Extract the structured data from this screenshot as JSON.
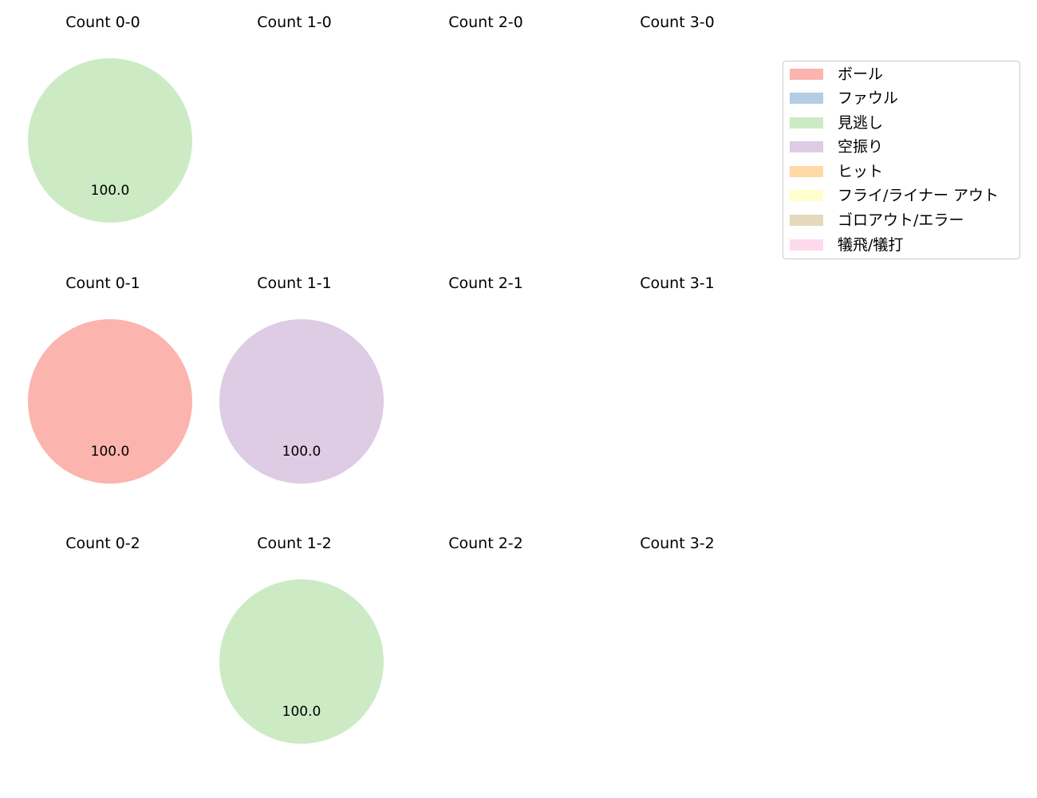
{
  "chart_data": {
    "type": "pie",
    "layout": "grid 3 rows x 4 columns of pie charts, one per ball-strike count",
    "legend_position": "upper right",
    "categories": [
      "ボール",
      "ファウル",
      "見逃し",
      "空振り",
      "ヒット",
      "フライ/ライナー アウト",
      "ゴロアウト/エラー",
      "犠飛/犠打"
    ],
    "colors": [
      "#fbb4ae",
      "#b3cde3",
      "#ccebc5",
      "#decbe4",
      "#fed9a6",
      "#ffffcc",
      "#e5d8bd",
      "#fddaec"
    ],
    "panels": [
      {
        "title": "Count 0-0",
        "row": 0,
        "col": 0,
        "values": [
          0,
          0,
          100,
          0,
          0,
          0,
          0,
          0
        ],
        "labels": [
          "100.0"
        ]
      },
      {
        "title": "Count 1-0",
        "row": 0,
        "col": 1,
        "values": [],
        "labels": []
      },
      {
        "title": "Count 2-0",
        "row": 0,
        "col": 2,
        "values": [],
        "labels": []
      },
      {
        "title": "Count 3-0",
        "row": 0,
        "col": 3,
        "values": [],
        "labels": []
      },
      {
        "title": "Count 0-1",
        "row": 1,
        "col": 0,
        "values": [
          100,
          0,
          0,
          0,
          0,
          0,
          0,
          0
        ],
        "labels": [
          "100.0"
        ]
      },
      {
        "title": "Count 1-1",
        "row": 1,
        "col": 1,
        "values": [
          0,
          0,
          0,
          100,
          0,
          0,
          0,
          0
        ],
        "labels": [
          "100.0"
        ]
      },
      {
        "title": "Count 2-1",
        "row": 1,
        "col": 2,
        "values": [],
        "labels": []
      },
      {
        "title": "Count 3-1",
        "row": 1,
        "col": 3,
        "values": [],
        "labels": []
      },
      {
        "title": "Count 0-2",
        "row": 2,
        "col": 0,
        "values": [],
        "labels": []
      },
      {
        "title": "Count 1-2",
        "row": 2,
        "col": 1,
        "values": [
          0,
          0,
          100,
          0,
          0,
          0,
          0,
          0
        ],
        "labels": [
          "100.0"
        ]
      },
      {
        "title": "Count 2-2",
        "row": 2,
        "col": 2,
        "values": [],
        "labels": []
      },
      {
        "title": "Count 3-2",
        "row": 2,
        "col": 3,
        "values": [],
        "labels": []
      }
    ]
  },
  "legend": {
    "items": [
      {
        "label": "ボール",
        "color": "#fbb4ae"
      },
      {
        "label": "ファウル",
        "color": "#b3cde3"
      },
      {
        "label": "見逃し",
        "color": "#ccebc5"
      },
      {
        "label": "空振り",
        "color": "#decbe4"
      },
      {
        "label": "ヒット",
        "color": "#fed9a6"
      },
      {
        "label": "フライ/ライナー アウト",
        "color": "#ffffcc"
      },
      {
        "label": "ゴロアウト/エラー",
        "color": "#e5d8bd"
      },
      {
        "label": "犠飛/犠打",
        "color": "#fddaec"
      }
    ]
  }
}
